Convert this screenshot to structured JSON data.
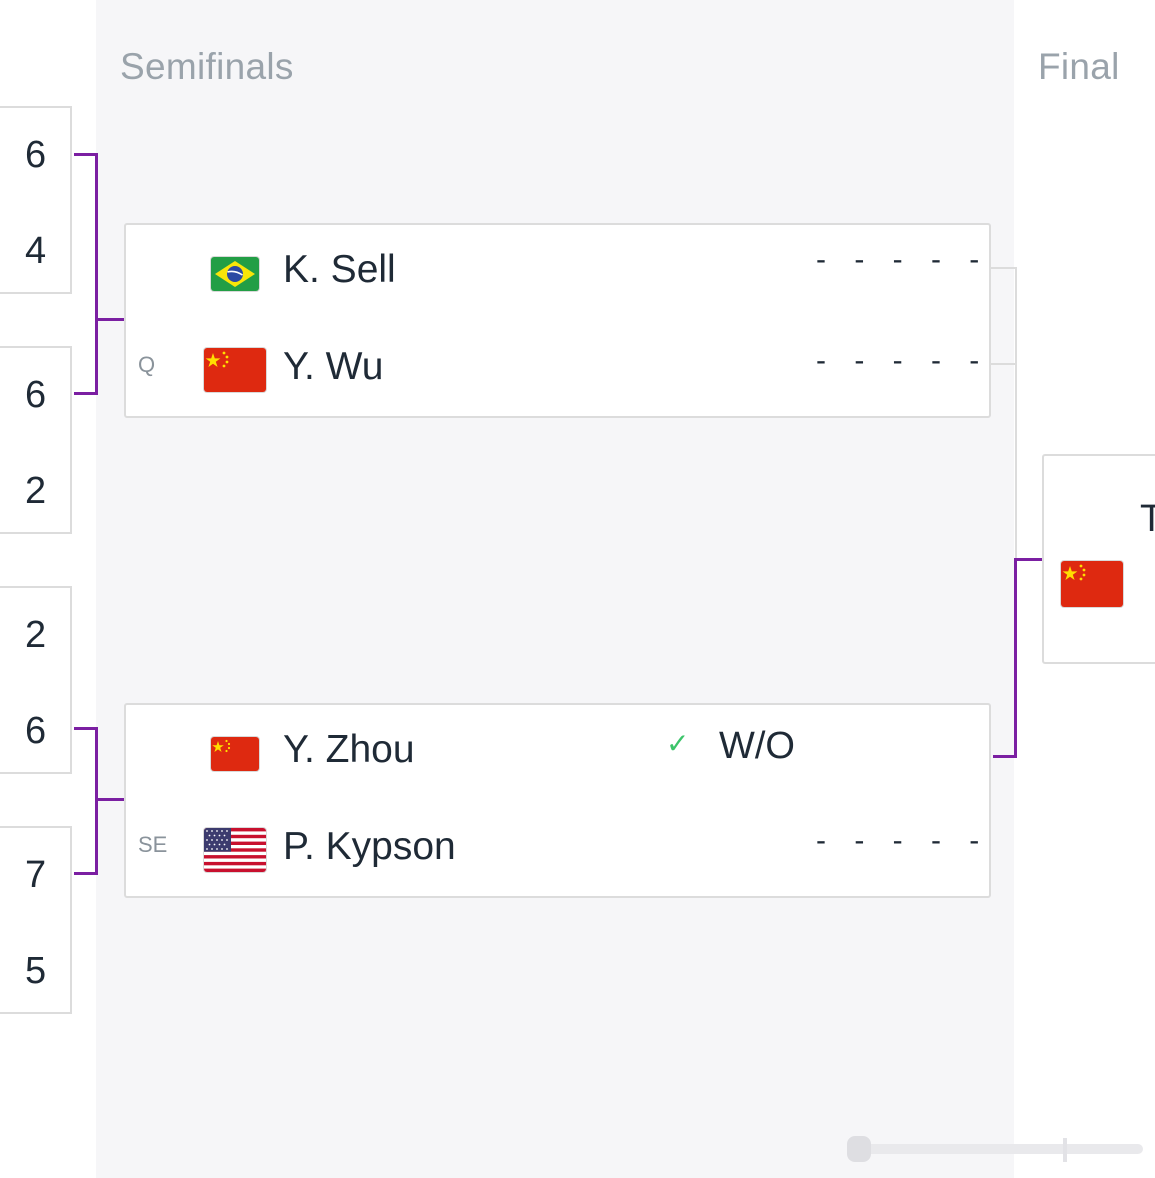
{
  "rounds": {
    "semifinals_title": "Semifinals",
    "final_title": "Final"
  },
  "previous_round_scores": [
    {
      "top": "6",
      "bottom": "4"
    },
    {
      "top": "6",
      "bottom": "2"
    },
    {
      "top": "2",
      "bottom": "6"
    },
    {
      "top": "7",
      "bottom": "5"
    }
  ],
  "semifinals": [
    {
      "players": [
        {
          "seed": "",
          "name": "K. Sell",
          "flag": "brazil-flag-icon",
          "score": "- - - - -"
        },
        {
          "seed": "Q",
          "name": "Y. Wu",
          "flag": "china-flag-icon",
          "score": "- - - - -"
        }
      ]
    },
    {
      "players": [
        {
          "seed": "",
          "name": "Y. Zhou",
          "flag": "china-flag-icon",
          "score": "W/O",
          "winner": true
        },
        {
          "seed": "SE",
          "name": "P. Kypson",
          "flag": "usa-flag-icon",
          "score": "- - - - -"
        }
      ]
    }
  ],
  "final": {
    "partial_text": "T",
    "flag": "china-flag-icon"
  },
  "colors": {
    "connector": "#7b1fa2",
    "check": "#3cc46a",
    "round_bg": "#f6f6f8",
    "title": "#9aa3ab"
  }
}
